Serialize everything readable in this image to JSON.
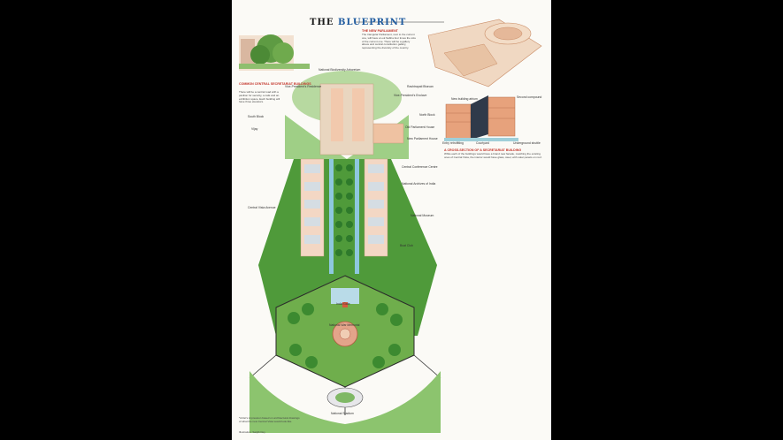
{
  "poster": {
    "title_prefix": "THE ",
    "title_highlight": "BLUEPRINT",
    "colors": {
      "accent_red": "#c3342a",
      "title_blue": "#1e5a9e",
      "greenery": "#4f9a3a",
      "building": "#e9c7a8"
    }
  },
  "callouts": {
    "new_parliament_heading": "THE NEW PARLIAMENT",
    "new_parliament_text": "The triangular Parliament, next to the current one, will have a Lok Sabha four times the size of the current one. There will be a gallery above and central constitution gallery, representing the diversity of the country.",
    "central_secretariat_heading": "COMMON CENTRAL SECRETARIAT BUILDINGS",
    "central_secretariat_text": "There will be a central road with a pavilion for security, a café and an exhibition space. Each building will have three elevators.",
    "section_heading": "A CROSS-SECTION OF A SECRETARIAT BUILDING",
    "section_text": "While each of the buildings would have a brand new facade, matching the existing ones of Central Vista, the interior would have glass, steel, with solar panels on roof."
  },
  "labels": {
    "biodiversity": "National Biodiversity Arboretum",
    "vice_presidents_residence": "Vice-President's Residence",
    "rashtrapati_bhavan": "Rashtrapati Bhavan",
    "vice_presidents_enclave": "Vice-President's Enclave",
    "south_block": "South Block",
    "north_block": "North Block",
    "old_parliament": "Old Parliament House",
    "new_parliament_house": "New Parliament House",
    "vijay": "Vijay",
    "central_conference_centre": "Central Conference Centre",
    "national_archives": "National Archives of India",
    "central_vista_avenue": "Central Vista Avenue",
    "national_museum": "National Museum",
    "boat_club": "Boat Club",
    "india_gate": "India Gate",
    "national_war_memorial": "National War Memorial",
    "national_stadium": "National Stadium",
    "new_building_atrium": "New building atrium",
    "second_compound": "Second compound",
    "entry_retrofitting": "Entry retrofitting",
    "courtyard": "Courtyard",
    "underground_shuttle": "Underground shuttle"
  },
  "footer": {
    "note": "*Artist's impression based on architectural drawings of what the new Central Vista would look like.",
    "credit": "Illustration: Sanjib Dey"
  }
}
